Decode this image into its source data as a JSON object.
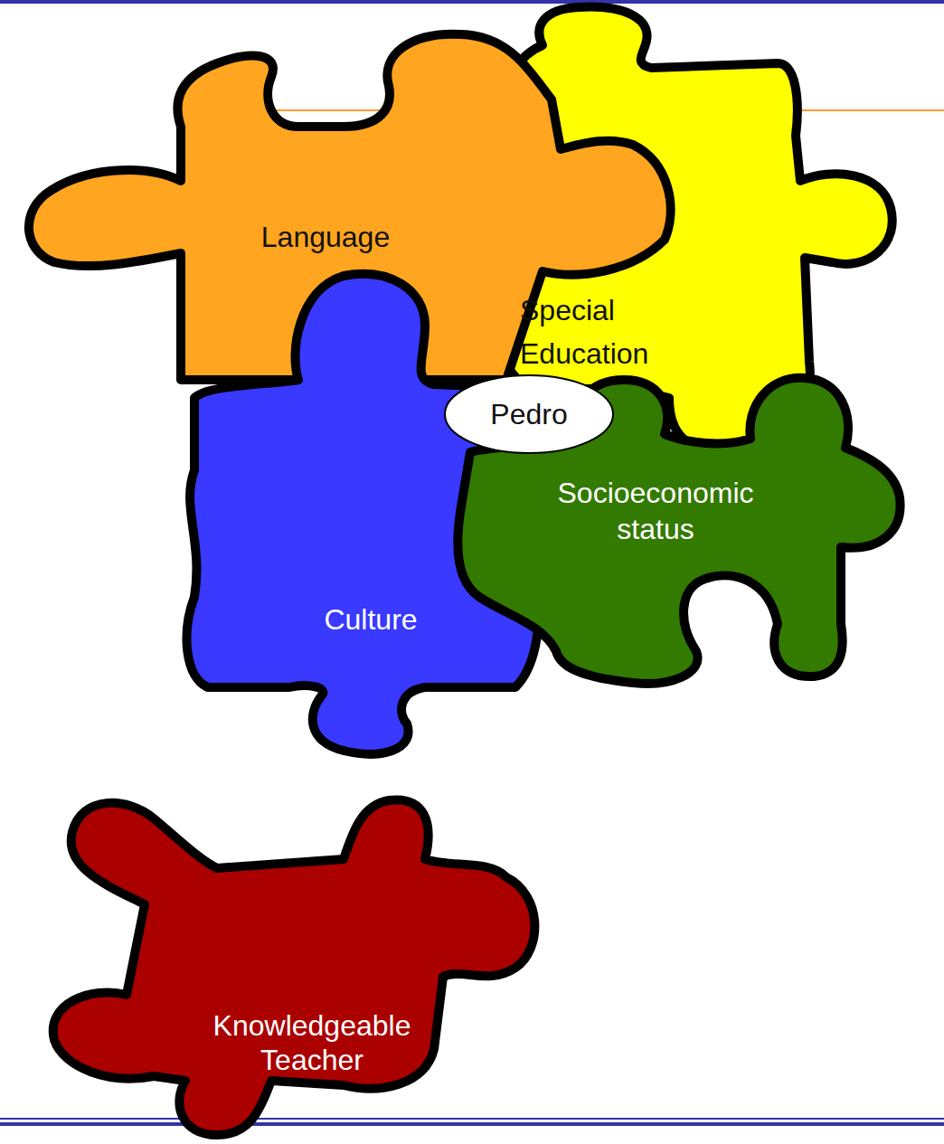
{
  "diagram": {
    "nodes": [
      {
        "text": [
          "Language"
        ]
      },
      {
        "text": [
          "Special Education"
        ]
      },
      {
        "text": [
          "Pedro"
        ]
      },
      {
        "text": [
          "Socioeconomic status"
        ]
      },
      {
        "text": [
          "Culture"
        ]
      },
      {
        "text": [
          "Knowledgeable Teacher"
        ]
      }
    ]
  }
}
